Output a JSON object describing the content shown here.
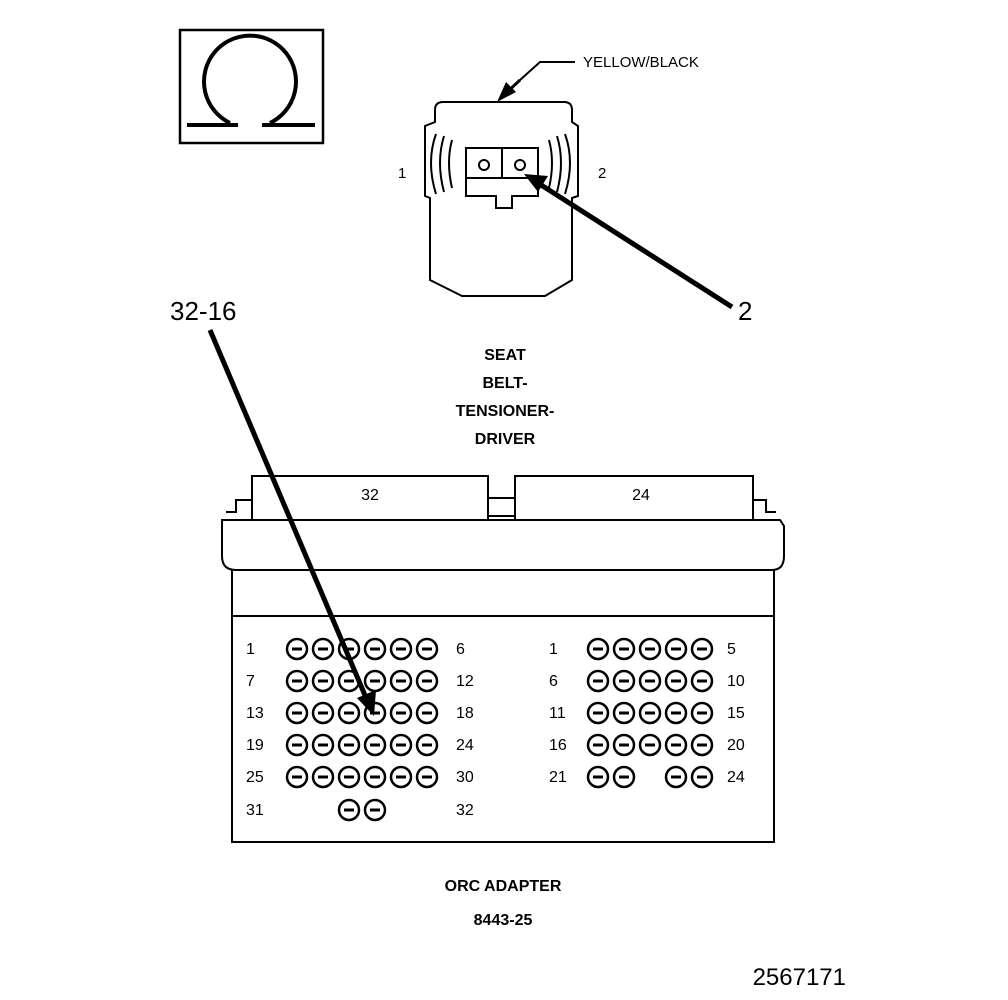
{
  "symbol": {
    "name": "ohm-icon"
  },
  "seat_connector": {
    "wire_color": "YELLOW/BLACK",
    "side_left": "1",
    "side_right": "2",
    "callout": "2",
    "name_lines": [
      "SEAT",
      "BELT-",
      "TENSIONER-",
      "DRIVER"
    ]
  },
  "adapter": {
    "callout": "32-16",
    "left_tab": "32",
    "right_tab": "24",
    "left_block": {
      "rows": [
        {
          "start": "1",
          "end": "6",
          "pins": [
            1,
            1,
            1,
            1,
            1,
            1
          ]
        },
        {
          "start": "7",
          "end": "12",
          "pins": [
            1,
            1,
            1,
            1,
            1,
            1
          ]
        },
        {
          "start": "13",
          "end": "18",
          "pins": [
            1,
            1,
            1,
            1,
            1,
            1
          ]
        },
        {
          "start": "19",
          "end": "24",
          "pins": [
            1,
            1,
            1,
            1,
            1,
            1
          ]
        },
        {
          "start": "25",
          "end": "30",
          "pins": [
            1,
            1,
            1,
            1,
            1,
            1
          ]
        },
        {
          "start": "31",
          "end": "32",
          "pins": [
            0,
            0,
            1,
            1,
            0,
            0
          ]
        }
      ]
    },
    "right_block": {
      "rows": [
        {
          "start": "1",
          "end": "5",
          "pins": [
            1,
            1,
            1,
            1,
            1
          ]
        },
        {
          "start": "6",
          "end": "10",
          "pins": [
            1,
            1,
            1,
            1,
            1
          ]
        },
        {
          "start": "11",
          "end": "15",
          "pins": [
            1,
            1,
            1,
            1,
            1
          ]
        },
        {
          "start": "16",
          "end": "20",
          "pins": [
            1,
            1,
            1,
            1,
            1
          ]
        },
        {
          "start": "21",
          "end": "24",
          "pins": [
            1,
            1,
            0,
            1,
            1
          ]
        }
      ]
    },
    "name": "ORC ADAPTER",
    "number": "8443-25"
  },
  "figure_id": "2567171"
}
